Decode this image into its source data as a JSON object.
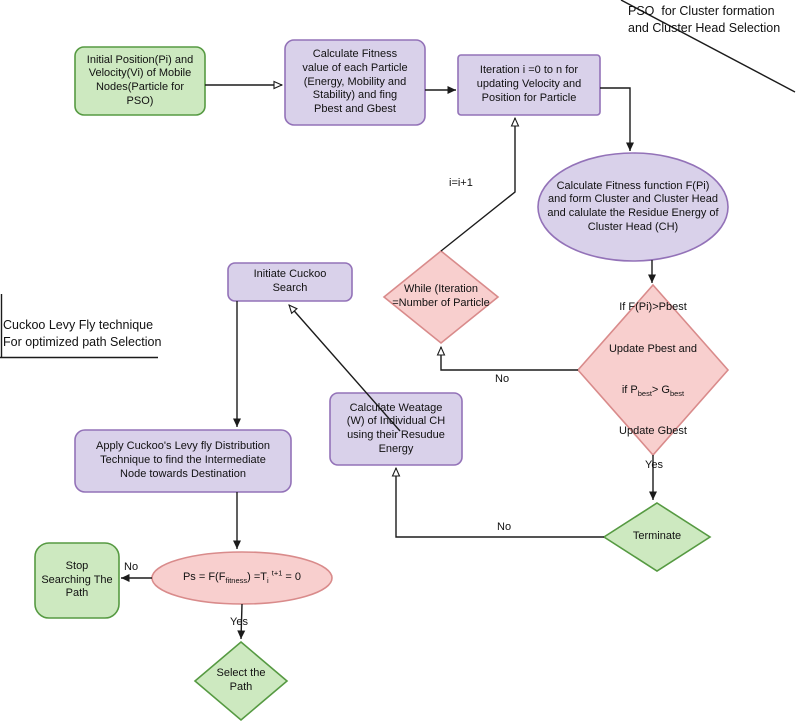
{
  "colors": {
    "green_fill": "#cde9c0",
    "green_stroke": "#569a42",
    "purple_fill": "#d9d1ea",
    "purple_stroke": "#9372b8",
    "pink_fill": "#f8cfce",
    "pink_stroke": "#d98b8b",
    "line": "#1b1b1b"
  },
  "annotations": {
    "top_right": "PSO  for Cluster formation\nand Cluster Head Selection",
    "left": "Cuckoo Levy Fly technique\nFor optimized path Selection"
  },
  "nodes": {
    "initial_position": "Initial Position(Pi) and\nVelocity(Vi) of Mobile\nNodes(Particle for\nPSO)",
    "calculate_fitness": "Calculate Fitness\nvalue of each Particle\n(Energy, Mobility and\nStability) and fing\nPbest and Gbest",
    "iteration": "Iteration i =0 to n for\nupdating Velocity and\nPosition for Particle",
    "fitness_function": "Calculate Fitness function F(Pi)\nand form Cluster and Cluster Head\nand calulate the Residue Energy of\nCluster Head (CH)",
    "if_update": {
      "l1": "If F(Pi)>Pbest",
      "l2": "Update Pbest and",
      "l3a": "if P",
      "l3a_sub": "best",
      "l3b": "> G",
      "l3b_sub": "best",
      "l4": "Update Gbest"
    },
    "while_loop": "While (Iteration\n=Number of Particle",
    "initiate_cuckoo": "Initiate Cuckoo\nSearch",
    "calc_weightage": "Calculate Weatage\n(W) of Individual CH\nusing their Resudue\nEnergy",
    "terminate": "Terminate",
    "apply_cuckoo": "Apply Cuckoo's Levy fly Distribution\nTechnique to find the Intermediate\nNode towards Destination",
    "ps_condition": {
      "p1": "Ps = F(F",
      "sub1": "fitness",
      "p2": ") =T",
      "sub2": "i",
      "sup": "t+1",
      "p3": " = 0"
    },
    "stop_searching": "Stop\nSearching The\nPath",
    "select_path": "Select the\nPath"
  },
  "edge_labels": {
    "i_increment": "i=i+1",
    "if_no": "No",
    "if_yes": "Yes",
    "terminate_no": "No",
    "ps_no": "No",
    "ps_yes": "Yes"
  }
}
